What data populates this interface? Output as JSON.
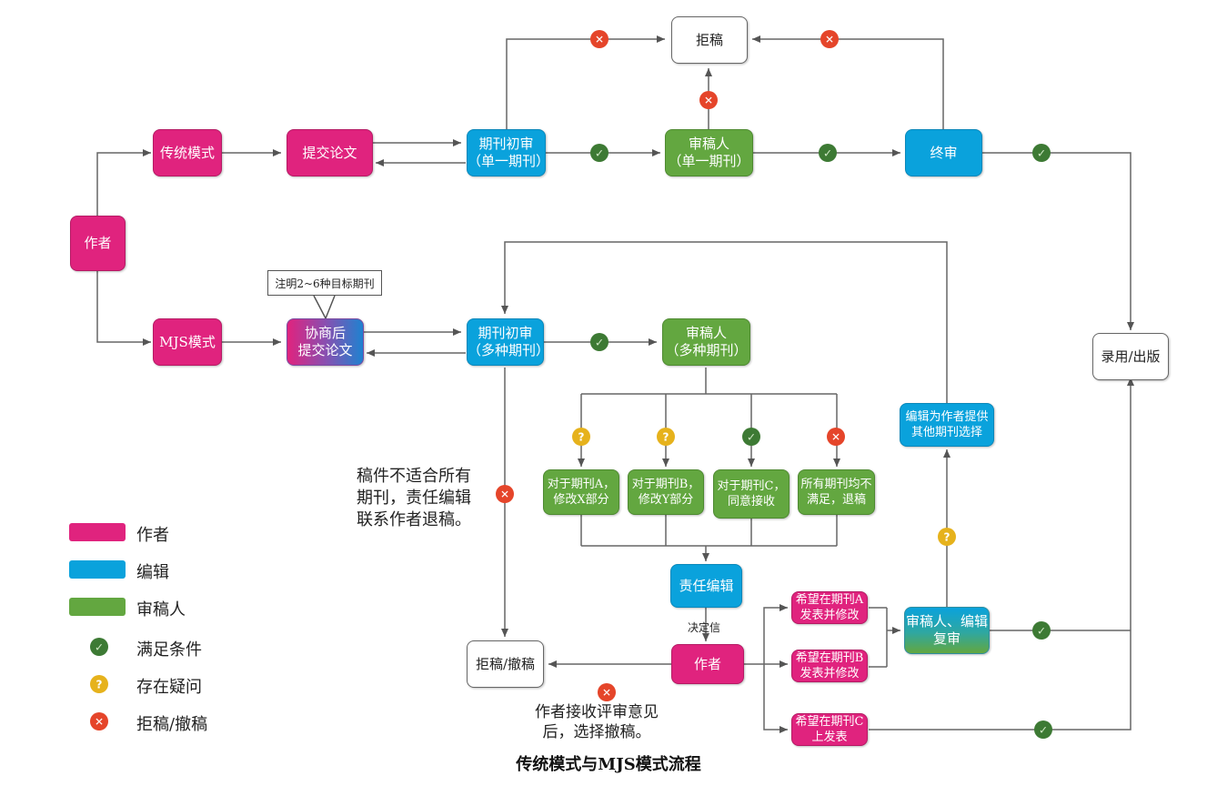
{
  "nodes": {
    "reject_top": "拒稿",
    "author_main": "作者",
    "traditional_mode": "传统模式",
    "submit_paper": "提交论文",
    "initial_review_single": "期刊初审\n（单一期刊）",
    "reviewer_single": "审稿人\n（单一期刊）",
    "final_review": "终审",
    "accept_publish": "录用/出版",
    "mjs_mode": "MJS模式",
    "negotiate_submit": "协商后\n提交论文",
    "initial_review_multi": "期刊初审\n（多种期刊）",
    "reviewer_multi": "审稿人\n（多种期刊）",
    "option_a": "对于期刊A，\n修改X部分",
    "option_b": "对于期刊B，\n修改Y部分",
    "option_c": "对于期刊C，\n同意接收",
    "option_none": "所有期刊均不\n满足，退稿",
    "responsible_editor": "责任编辑",
    "author_second": "作者",
    "reject_withdraw": "拒稿/撤稿",
    "wish_a": "希望在期刊A\n发表并修改",
    "wish_b": "希望在期刊B\n发表并修改",
    "wish_c": "希望在期刊C\n上发表",
    "re_review": "审稿人、编辑\n复审",
    "editor_other_options": "编辑为作者提供\n其他期刊选择"
  },
  "callout": "注明2~6种目标期刊",
  "decision_letter_label": "决定信",
  "notes": {
    "unsuitable": "稿件不适合所有\n期刊，责任编辑\n联系作者退稿。",
    "author_withdraw": "作者接收评审意见\n后，选择撤稿。"
  },
  "legend": [
    {
      "label": "作者",
      "color": "#e0237e"
    },
    {
      "label": "编辑",
      "color": "#0aa2dc"
    },
    {
      "label": "审稿人",
      "color": "#63a740"
    },
    {
      "label": "满足条件",
      "icon": "check-icon"
    },
    {
      "label": "存在疑问",
      "icon": "question-icon"
    },
    {
      "label": "拒稿/撤稿",
      "icon": "reject-icon"
    }
  ],
  "colors": {
    "author": "#e0237e",
    "editor": "#0aa2dc",
    "reviewer": "#63a740",
    "check": "#3d7a34",
    "question": "#e6b21c",
    "reject": "#e5452a"
  },
  "title": "传统模式与MJS模式流程"
}
